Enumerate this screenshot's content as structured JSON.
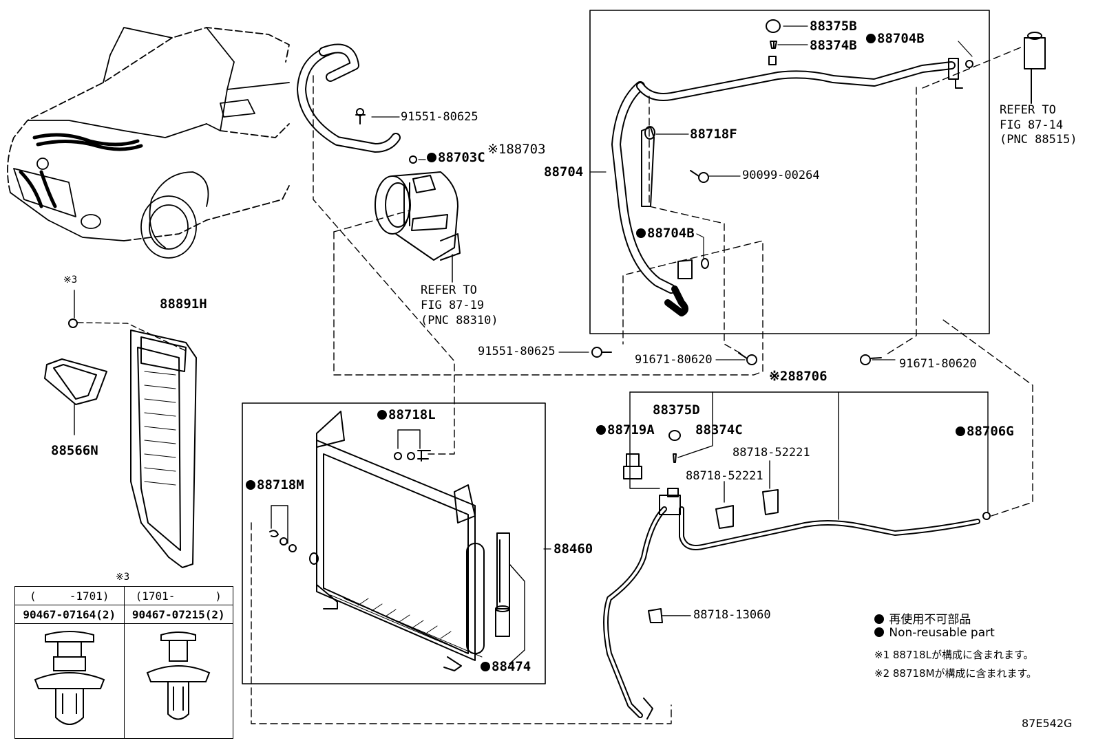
{
  "diagram_code": "87E542G",
  "labels": {
    "p91551_a": "91551-80625",
    "p88703": "※188703",
    "p88703c": "88703C",
    "refer_8831_l1": "REFER TO",
    "refer_8831_l2": "FIG 87-19",
    "refer_8831_l3": "(PNC 88310)",
    "p88375b": "88375B",
    "p88374b": "88374B",
    "p88704b_top": "88704B",
    "refer_8851_l1": "REFER TO",
    "refer_8851_l2": "FIG 87-14",
    "refer_8851_l3": "(PNC 88515)",
    "p88718f": "88718F",
    "p88704": "88704",
    "p90099": "90099-00264",
    "p88704b_mid": "88704B",
    "p91551_b": "91551-80625",
    "p91671_a": "91671-80620",
    "p91671_b": "91671-80620",
    "note3_top": "※3",
    "p88891h": "88891H",
    "p88566n": "88566N",
    "p88718l": "88718L",
    "p88718m": "88718M",
    "p88460": "88460",
    "p88474": "88474",
    "p88706": "※288706",
    "p88375d": "88375D",
    "p88719a": "88719A",
    "p88374c": "88374C",
    "p88718_52221_a": "88718-52221",
    "p88718_52221_b": "88718-52221",
    "p88706g": "88706G",
    "p88718_13060": "88718-13060"
  },
  "clip_table": {
    "note": "※3",
    "col1_header": "(     -1701)",
    "col2_header": "(1701-      )",
    "col1_part": "90467-07164(2)",
    "col2_part": "90467-07215(2)"
  },
  "legend": {
    "jp_nonreusable": "再使用不可部品",
    "en_nonreusable": "Non-reusable part",
    "note1": "※1 88718Lが構成に含まれます。",
    "note2": "※2 88718Mが構成に含まれます。"
  }
}
